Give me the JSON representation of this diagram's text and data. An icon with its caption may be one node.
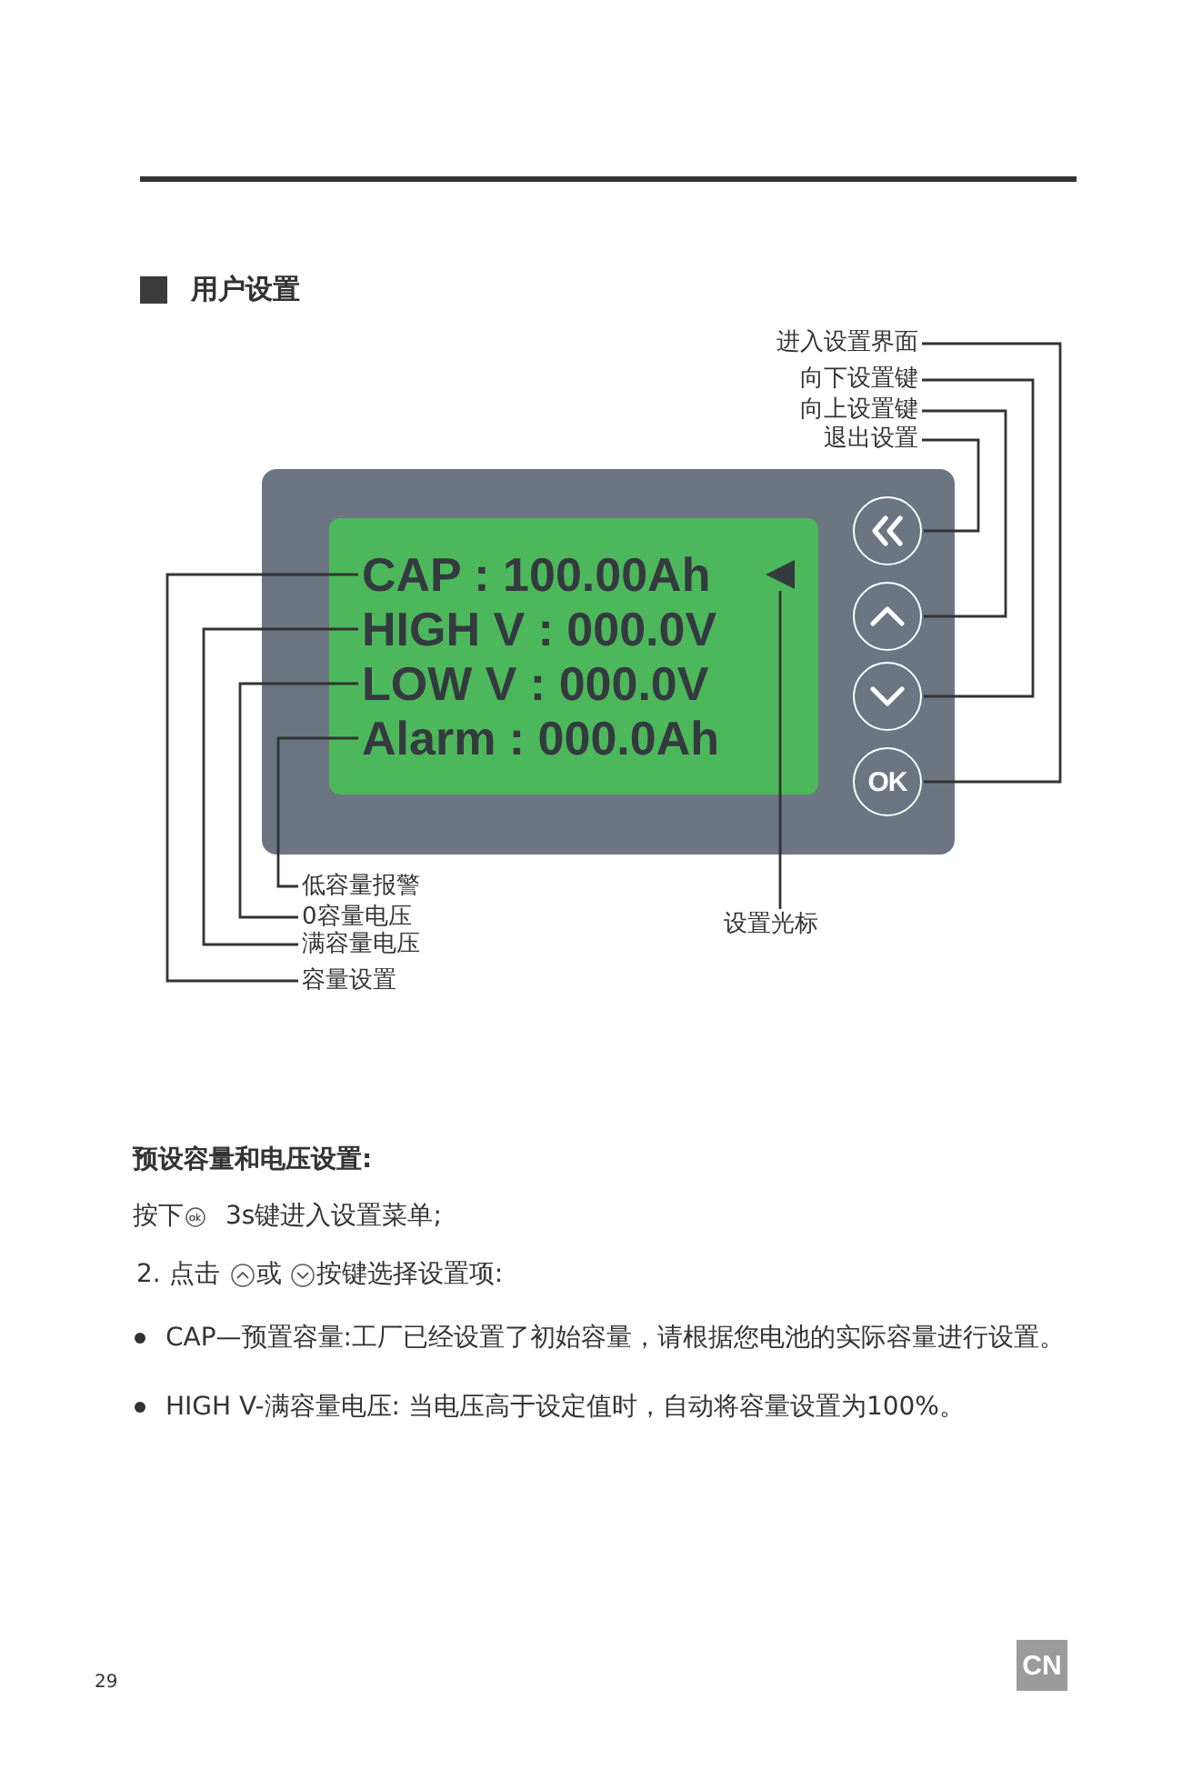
{
  "diagram": {
    "title": "用户设置",
    "nodes": [
      {
        "text": [
          "进入设置界面"
        ]
      },
      {
        "text": [
          "向下设置键"
        ]
      },
      {
        "text": [
          "向上设置键"
        ]
      },
      {
        "text": [
          "退出设置"
        ]
      },
      {
        "text": [],
        "shape": "box"
      },
      {
        "text": [],
        "shape": "box",
        "in": 4
      },
      {
        "text": [
          "CAP : 100.00Ah"
        ],
        "in": 5
      },
      {
        "text": [],
        "shape": "triangle",
        "in": 5
      },
      {
        "text": [
          "HIGH V : 000.0V"
        ],
        "in": 5
      },
      {
        "text": [
          "LOW V : 000.0V"
        ],
        "in": 5
      },
      {
        "text": [
          "Alarm : 000.0Ah"
        ],
        "in": 5
      },
      {
        "text": [],
        "shape": "circle",
        "in": 4
      },
      {
        "text": [],
        "shape": "circle",
        "in": 4
      },
      {
        "text": [],
        "shape": "circle",
        "in": 4
      },
      {
        "text": [
          "OK"
        ],
        "in": 4
      },
      {
        "text": [
          "低容量报警"
        ]
      },
      {
        "text": [
          "0容量电压"
        ]
      },
      {
        "text": [
          "设置光标"
        ]
      },
      {
        "text": [
          "满容量电压"
        ]
      },
      {
        "text": [
          "容量设置"
        ]
      },
      {
        "text": [
          "CN"
        ]
      }
    ],
    "edges": [
      {
        "from": 0,
        "to": 14,
        "arrow": "none"
      },
      {
        "from": 1,
        "to": 13,
        "arrow": "none"
      },
      {
        "from": 2,
        "to": 12,
        "arrow": "none"
      },
      {
        "from": 3,
        "to": 11,
        "arrow": "none"
      },
      {
        "from": 15,
        "to": 10,
        "arrow": "none"
      },
      {
        "from": 16,
        "to": 9,
        "arrow": "none"
      },
      {
        "from": 17,
        "to": 7,
        "arrow": "none"
      },
      {
        "from": 18,
        "to": 8,
        "arrow": "none"
      },
      {
        "from": 19,
        "to": 6,
        "arrow": "none"
      }
    ],
    "labels": [
      "预设容量和电压设置:",
      "按下",
      "3s键进入设置菜单;",
      "2. 点击",
      "或",
      "按键选择设置项:",
      "CAP—预置容量:工厂已经设置了初始容量，请根据您电池的实际容量进行设置。",
      "HIGH V-满容量电压: 当电压高于设定值时，自动将容量设置为100%。",
      "29"
    ]
  }
}
